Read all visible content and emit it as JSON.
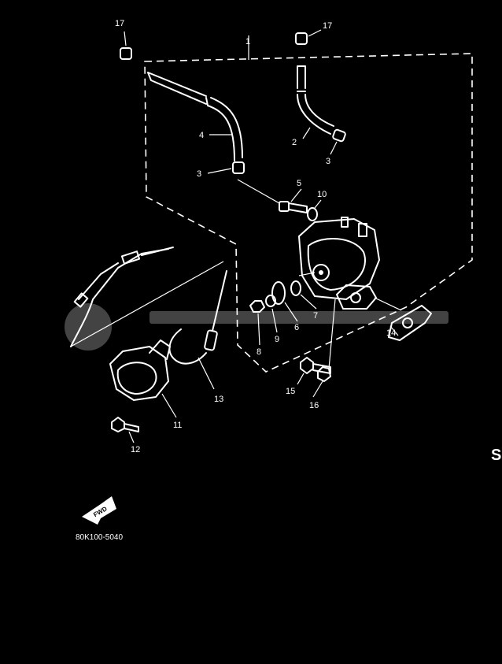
{
  "diagram_code": "80K100-5040",
  "fwd_label": "FWD",
  "callouts": [
    {
      "id": "1",
      "label": "1"
    },
    {
      "id": "2",
      "label": "2"
    },
    {
      "id": "3a",
      "label": "3"
    },
    {
      "id": "3b",
      "label": "3"
    },
    {
      "id": "4",
      "label": "4"
    },
    {
      "id": "5",
      "label": "5"
    },
    {
      "id": "6",
      "label": "6"
    },
    {
      "id": "7",
      "label": "7"
    },
    {
      "id": "8",
      "label": "8"
    },
    {
      "id": "9",
      "label": "9"
    },
    {
      "id": "10",
      "label": "10"
    },
    {
      "id": "11",
      "label": "11"
    },
    {
      "id": "12",
      "label": "12"
    },
    {
      "id": "13",
      "label": "13"
    },
    {
      "id": "14",
      "label": "14"
    },
    {
      "id": "15",
      "label": "15"
    },
    {
      "id": "16",
      "label": "16"
    },
    {
      "id": "17a",
      "label": "17"
    },
    {
      "id": "17b",
      "label": "17"
    }
  ],
  "right_edge_chars": [
    "S"
  ],
  "colors": {
    "background": "#000000",
    "linework": "#ffffff",
    "watermark": "#c0c0c0"
  }
}
